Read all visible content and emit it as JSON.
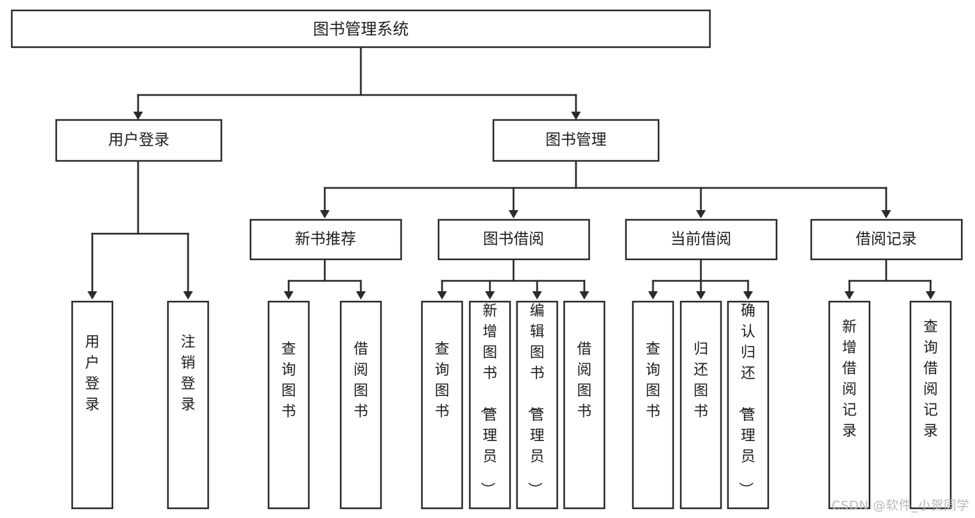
{
  "diagram": {
    "type": "tree-hierarchy",
    "title": "图书管理系统",
    "background_color": "#ffffff",
    "box_stroke_color": "#2b2b2b",
    "text_color": "#1d1d1d",
    "root": {
      "label": "图书管理系统"
    },
    "level2": [
      {
        "label": "用户登录"
      },
      {
        "label": "图书管理"
      }
    ],
    "level3": [
      {
        "label": "新书推荐"
      },
      {
        "label": "图书借阅"
      },
      {
        "label": "当前借阅"
      },
      {
        "label": "借阅记录"
      }
    ],
    "leaves": {
      "user_login": [
        {
          "label": "用户登录"
        },
        {
          "label": "注销登录"
        }
      ],
      "new_book_recommend": [
        {
          "label": "查询图书"
        },
        {
          "label": "借阅图书"
        }
      ],
      "book_borrow": [
        {
          "label": "查询图书"
        },
        {
          "label": "新增图书（管理员）"
        },
        {
          "label": "编辑图书（管理员）"
        },
        {
          "label": "借阅图书"
        }
      ],
      "current_borrow": [
        {
          "label": "查询图书"
        },
        {
          "label": "归还图书"
        },
        {
          "label": "确认归还（管理员）"
        }
      ],
      "borrow_record": [
        {
          "label": "新增借阅记录"
        },
        {
          "label": "查询借阅记录"
        }
      ]
    }
  },
  "watermark": {
    "text": "CSDN @软件_小贺同学",
    "color": "#b8b8b8"
  }
}
